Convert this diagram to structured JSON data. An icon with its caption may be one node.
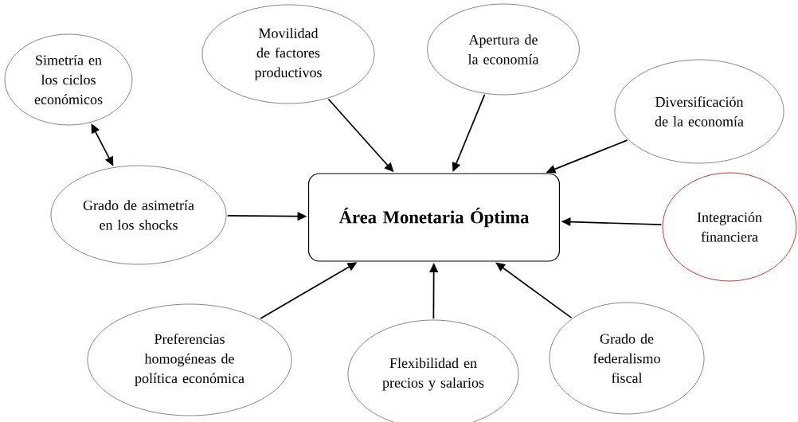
{
  "diagram": {
    "nodes": [
      {
        "text": [
          "Área Monetaria Óptima"
        ]
      },
      {
        "text": [
          "Simetría en los ciclos económicos"
        ]
      },
      {
        "text": [
          "Movilidad de factores productivos"
        ]
      },
      {
        "text": [
          "Apertura de la economía"
        ]
      },
      {
        "text": [
          "Diversificación de la economía"
        ]
      },
      {
        "text": [
          "Grado de asimetría en los shocks"
        ]
      },
      {
        "text": [
          "Integración financiera"
        ]
      },
      {
        "text": [
          "Preferencias homogéneas de política económica"
        ]
      },
      {
        "text": [
          "Flexibilidad en precios y salarios"
        ]
      },
      {
        "text": [
          "Grado de federalismo fiscal"
        ]
      }
    ],
    "edges": [
      {
        "from": 1,
        "to": 5,
        "arrow": "both"
      },
      {
        "from": 2,
        "to": 0,
        "arrow": "to"
      },
      {
        "from": 3,
        "to": 0,
        "arrow": "to"
      },
      {
        "from": 4,
        "to": 0,
        "arrow": "to"
      },
      {
        "from": 5,
        "to": 0,
        "arrow": "to"
      },
      {
        "from": 6,
        "to": 0,
        "arrow": "to"
      },
      {
        "from": 7,
        "to": 0,
        "arrow": "to"
      },
      {
        "from": 8,
        "to": 0,
        "arrow": "to"
      },
      {
        "from": 9,
        "to": 0,
        "arrow": "to"
      }
    ]
  }
}
